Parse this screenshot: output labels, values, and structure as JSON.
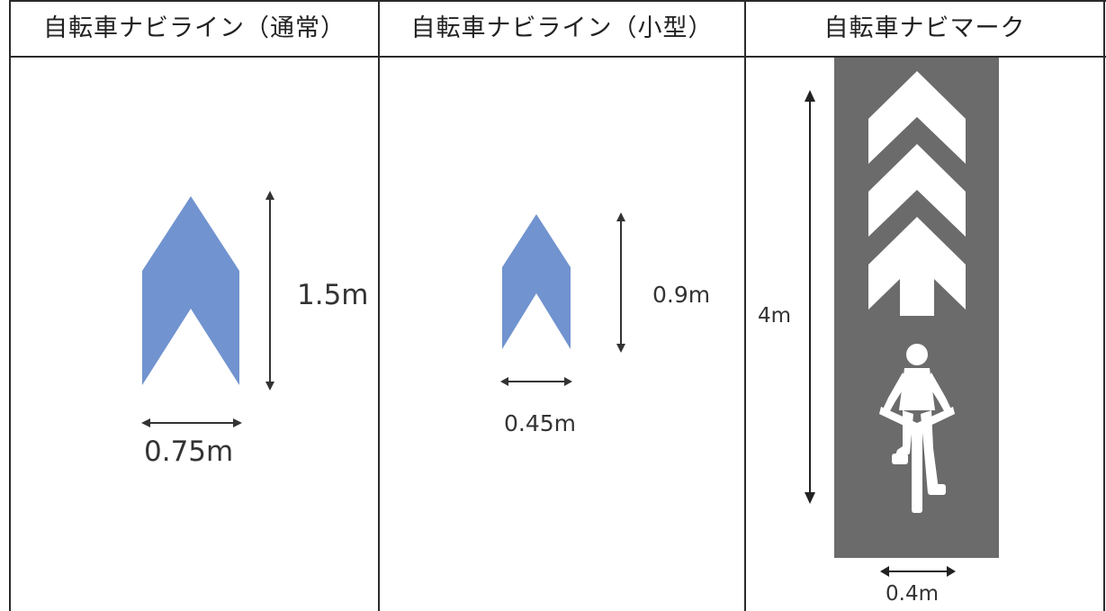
{
  "table": {
    "columns": [
      {
        "header": "自転車ナビライン（通常）",
        "height_label": "1.5m",
        "width_label": "0.75m",
        "height_m": 1.5,
        "width_m": 0.75,
        "icon": "blue-chevron-arrow-icon"
      },
      {
        "header": "自転車ナビライン（小型）",
        "height_label": "0.9m",
        "width_label": "0.45m",
        "height_m": 0.9,
        "width_m": 0.45,
        "icon": "blue-chevron-arrow-icon"
      },
      {
        "header": "自転車ナビマーク",
        "height_label": "4m",
        "width_label": "0.4m",
        "height_m": 4,
        "width_m": 0.4,
        "icon": "bicycle-rider-with-chevrons-icon"
      }
    ]
  },
  "colors": {
    "navi_line_blue": "#7193cf",
    "road_gray": "#6b6b6b",
    "marking_white": "#ffffff",
    "border": "#2a2a2a",
    "text": "#222222"
  }
}
